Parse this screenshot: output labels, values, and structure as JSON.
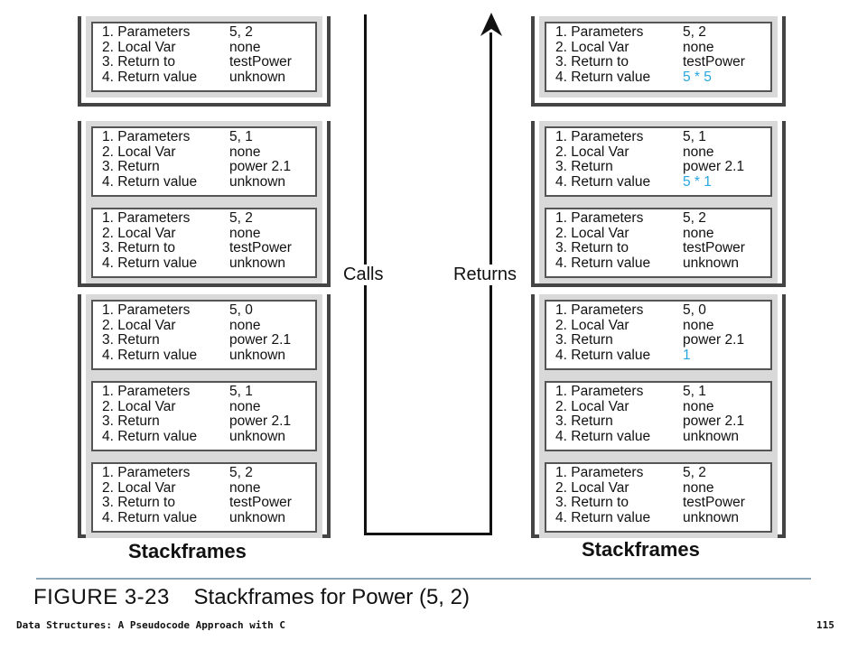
{
  "left": {
    "caption": "Stackframes",
    "groups": [
      {
        "frames": [
          {
            "rows": [
              {
                "label": "1. Parameters",
                "value": "5, 2"
              },
              {
                "label": "2. Local  Var",
                "value": "none"
              },
              {
                "label": "3. Return to",
                "value": "testPower"
              },
              {
                "label": "4. Return value",
                "value": "unknown"
              }
            ]
          }
        ]
      },
      {
        "frames": [
          {
            "rows": [
              {
                "label": "1. Parameters",
                "value": "5, 1"
              },
              {
                "label": "2. Local Var",
                "value": "none"
              },
              {
                "label": "3. Return",
                "value": "power 2.1"
              },
              {
                "label": "4. Return value",
                "value": "unknown"
              }
            ]
          },
          {
            "rows": [
              {
                "label": "1. Parameters",
                "value": "5, 2"
              },
              {
                "label": "2. Local  Var",
                "value": "none"
              },
              {
                "label": "3. Return to",
                "value": "testPower"
              },
              {
                "label": "4. Return value",
                "value": "unknown"
              }
            ]
          }
        ]
      },
      {
        "frames": [
          {
            "rows": [
              {
                "label": "1. Parameters",
                "value": "5, 0"
              },
              {
                "label": "2. Local Var",
                "value": "none"
              },
              {
                "label": "3. Return",
                "value": "power 2.1"
              },
              {
                "label": "4. Return value",
                "value": "unknown"
              }
            ]
          },
          {
            "rows": [
              {
                "label": "1. Parameters",
                "value": "5, 1"
              },
              {
                "label": "2. Local Var",
                "value": "none"
              },
              {
                "label": "3. Return",
                "value": "power 2.1"
              },
              {
                "label": "4. Return value",
                "value": "unknown"
              }
            ]
          },
          {
            "rows": [
              {
                "label": "1. Parameters",
                "value": "5, 2"
              },
              {
                "label": "2. Local  Var",
                "value": "none"
              },
              {
                "label": "3. Return to",
                "value": "testPower"
              },
              {
                "label": "4. Return value",
                "value": "unknown"
              }
            ]
          }
        ]
      }
    ]
  },
  "right": {
    "caption": "Stackframes",
    "groups": [
      {
        "frames": [
          {
            "rows": [
              {
                "label": "1. Parameters",
                "value": "5, 2"
              },
              {
                "label": "2. Local  Var",
                "value": "none"
              },
              {
                "label": "3. Return to",
                "value": "testPower"
              },
              {
                "label": "4. Return value",
                "value": "5  *  5",
                "highlight": true
              }
            ]
          }
        ]
      },
      {
        "frames": [
          {
            "rows": [
              {
                "label": "1. Parameters",
                "value": "5, 1"
              },
              {
                "label": "2. Local Var",
                "value": "none"
              },
              {
                "label": "3. Return",
                "value": "power 2.1"
              },
              {
                "label": "4. Return value",
                "value": "5  *  1",
                "highlight": true
              }
            ]
          },
          {
            "rows": [
              {
                "label": "1. Parameters",
                "value": "5, 2"
              },
              {
                "label": "2. Local  Var",
                "value": "none"
              },
              {
                "label": "3. Return to",
                "value": "testPower"
              },
              {
                "label": "4. Return value",
                "value": "unknown"
              }
            ]
          }
        ]
      },
      {
        "frames": [
          {
            "rows": [
              {
                "label": "1. Parameters",
                "value": "5, 0"
              },
              {
                "label": "2. Local Var",
                "value": "none"
              },
              {
                "label": "3. Return",
                "value": "power 2.1"
              },
              {
                "label": "4. Return value",
                "value": "1",
                "highlight": true
              }
            ]
          },
          {
            "rows": [
              {
                "label": "1. Parameters",
                "value": "5, 1"
              },
              {
                "label": "2. Local Var",
                "value": "none"
              },
              {
                "label": "3. Return",
                "value": "power 2.1"
              },
              {
                "label": "4. Return value",
                "value": "unknown"
              }
            ]
          },
          {
            "rows": [
              {
                "label": "1. Parameters",
                "value": "5, 2"
              },
              {
                "label": "2. Local  Var",
                "value": "none"
              },
              {
                "label": "3. Return to",
                "value": "testPower"
              },
              {
                "label": "4. Return value",
                "value": "unknown"
              }
            ]
          }
        ]
      }
    ]
  },
  "flow": {
    "calls_label": "Calls",
    "returns_label": "Returns"
  },
  "figure": {
    "number": "FIGURE 3-23",
    "title": "Stackframes for Power (5, 2)"
  },
  "footer": {
    "book": "Data Structures: A Pseudocode Approach with C",
    "page": "115"
  },
  "colors": {
    "highlight": "#27a6e0",
    "frame_fill": "#d9d9d9",
    "rule": "#8aa7b8"
  }
}
